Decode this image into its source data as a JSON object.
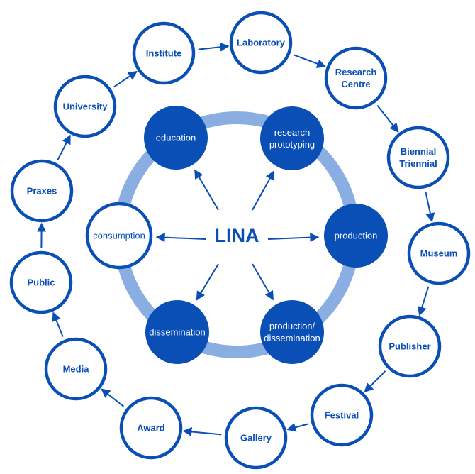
{
  "center": {
    "title": "LINA"
  },
  "inner_nodes": [
    {
      "id": "education",
      "lines": [
        "education"
      ],
      "style": "filled"
    },
    {
      "id": "research-prototyping",
      "lines": [
        "research",
        "prototyping"
      ],
      "style": "filled"
    },
    {
      "id": "production",
      "lines": [
        "production"
      ],
      "style": "filled"
    },
    {
      "id": "production-dissemination",
      "lines": [
        "production/",
        "dissemination"
      ],
      "style": "filled"
    },
    {
      "id": "dissemination",
      "lines": [
        "dissemination"
      ],
      "style": "filled"
    },
    {
      "id": "consumption",
      "lines": [
        "consumption"
      ],
      "style": "open"
    }
  ],
  "outer_nodes": [
    {
      "id": "laboratory",
      "lines": [
        "Laboratory"
      ]
    },
    {
      "id": "research-centre",
      "lines": [
        "Research",
        "Centre"
      ]
    },
    {
      "id": "biennial-triennial",
      "lines": [
        "Biennial",
        "Triennial"
      ]
    },
    {
      "id": "museum",
      "lines": [
        "Museum"
      ]
    },
    {
      "id": "publisher",
      "lines": [
        "Publisher"
      ]
    },
    {
      "id": "festival",
      "lines": [
        "Festival"
      ]
    },
    {
      "id": "gallery",
      "lines": [
        "Gallery"
      ]
    },
    {
      "id": "award",
      "lines": [
        "Award"
      ]
    },
    {
      "id": "media",
      "lines": [
        "Media"
      ]
    },
    {
      "id": "public",
      "lines": [
        "Public"
      ]
    },
    {
      "id": "praxes",
      "lines": [
        "Praxes"
      ]
    },
    {
      "id": "university",
      "lines": [
        "University"
      ]
    },
    {
      "id": "institute",
      "lines": [
        "Institute"
      ]
    }
  ],
  "colors": {
    "primary": "#0a4fb5",
    "ring": "#8aaee2",
    "background": "#ffffff"
  }
}
